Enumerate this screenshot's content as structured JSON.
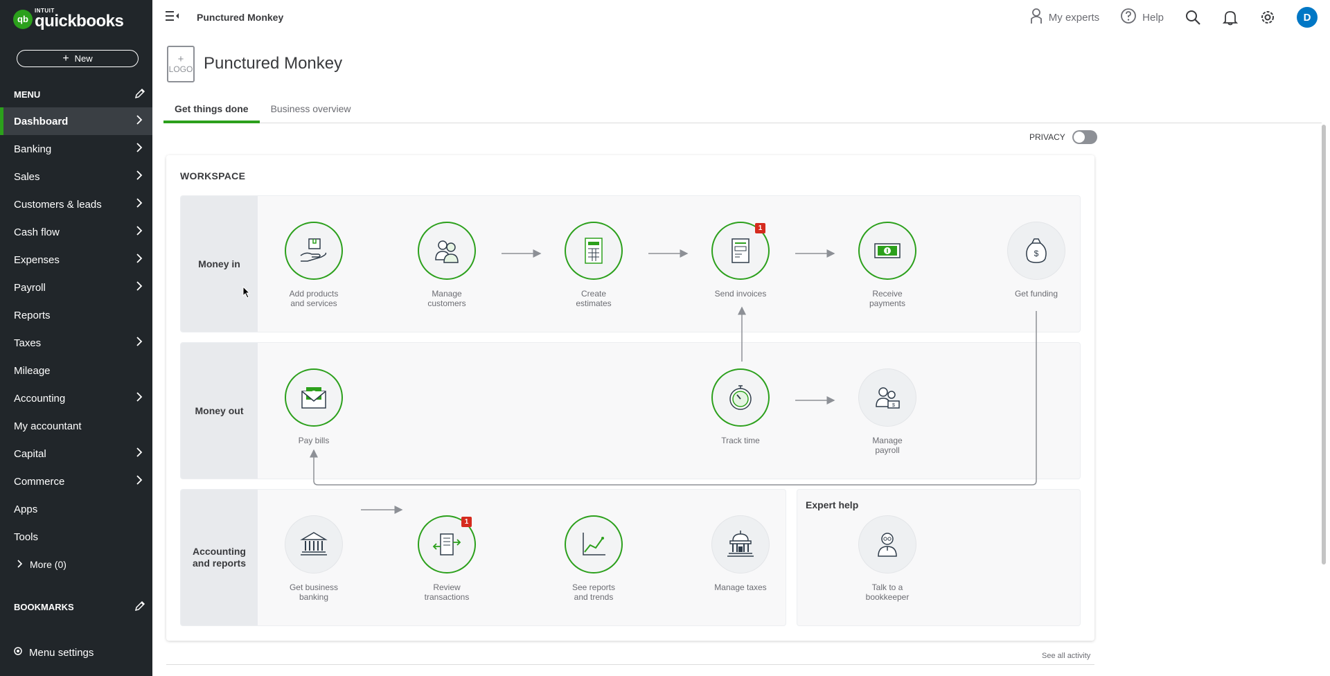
{
  "sidebar": {
    "logo_small": "INTUIT",
    "logo_word": "quickbooks",
    "new_label": "New",
    "menu_label": "MENU",
    "items": [
      {
        "label": "Dashboard",
        "chevron": true
      },
      {
        "label": "Banking",
        "chevron": true
      },
      {
        "label": "Sales",
        "chevron": true
      },
      {
        "label": "Customers & leads",
        "chevron": true
      },
      {
        "label": "Cash flow",
        "chevron": true
      },
      {
        "label": "Expenses",
        "chevron": true
      },
      {
        "label": "Payroll",
        "chevron": true
      },
      {
        "label": "Reports",
        "chevron": false
      },
      {
        "label": "Taxes",
        "chevron": true
      },
      {
        "label": "Mileage",
        "chevron": false
      },
      {
        "label": "Accounting",
        "chevron": true
      },
      {
        "label": "My accountant",
        "chevron": false
      },
      {
        "label": "Capital",
        "chevron": true
      },
      {
        "label": "Commerce",
        "chevron": true
      },
      {
        "label": "Apps",
        "chevron": false
      },
      {
        "label": "Tools",
        "chevron": false
      }
    ],
    "more_label": "More (0)",
    "bookmarks_label": "BOOKMARKS",
    "menu_settings_label": "Menu settings"
  },
  "topbar": {
    "company": "Punctured Monkey",
    "my_experts": "My experts",
    "help": "Help",
    "avatar_initial": "D"
  },
  "header": {
    "logo_plus": "+",
    "logo_text": "LOGO",
    "company_name": "Punctured Monkey"
  },
  "tabs": [
    {
      "label": "Get things done",
      "active": true
    },
    {
      "label": "Business overview",
      "active": false
    }
  ],
  "privacy_label": "PRIVACY",
  "workspace": {
    "title": "WORKSPACE",
    "rows": {
      "money_in": "Money in",
      "money_out": "Money out",
      "accounting": "Accounting\nand reports"
    },
    "nodes": {
      "add_products": "Add products\nand services",
      "manage_customers": "Manage\ncustomers",
      "create_estimates": "Create\nestimates",
      "send_invoices": "Send invoices",
      "receive_payments": "Receive\npayments",
      "get_funding": "Get funding",
      "pay_bills": "Pay bills",
      "track_time": "Track time",
      "manage_payroll": "Manage\npayroll",
      "get_business_banking": "Get business\nbanking",
      "review_transactions": "Review\ntransactions",
      "see_reports": "See reports\nand trends",
      "manage_taxes": "Manage taxes",
      "talk_bookkeeper": "Talk to a\nbookkeeper"
    },
    "badges": {
      "send_invoices": "1",
      "review_transactions": "1"
    },
    "expert_help": "Expert help"
  },
  "see_all_activity": "See all activity",
  "colors": {
    "sidebar_bg": "#21262a",
    "accent_green": "#2ca01c",
    "badge_red": "#d52b1e",
    "avatar_blue": "#0077c5"
  }
}
